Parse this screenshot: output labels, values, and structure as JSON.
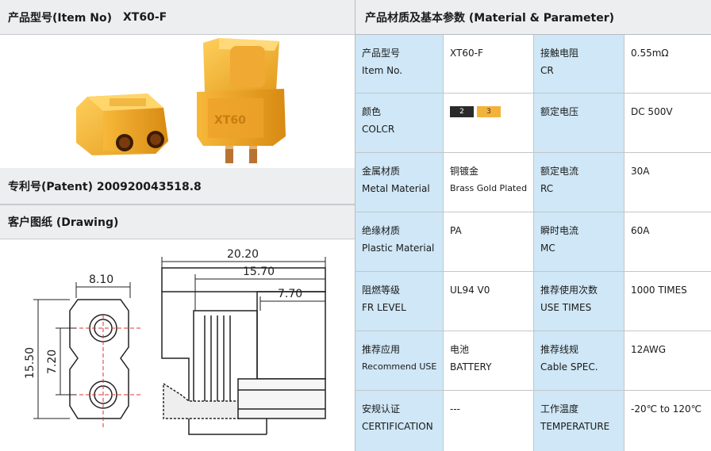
{
  "left": {
    "item_no_label": "产品型号(Item No)",
    "item_no_value": "XT60-F",
    "patent": "专利号(Patent) 200920043518.8",
    "drawing": "客户图纸 (Drawing)"
  },
  "dimensions": {
    "width_front": "8.10",
    "height_front": "15.50",
    "pitch": "7.20",
    "length_total": "20.20",
    "length_mid": "15.70",
    "length_short": "7.70"
  },
  "params": {
    "title": "产品材质及基本参数 (Material & Parameter)",
    "rows": [
      {
        "k1_cn": "产品型号",
        "k1_en": "Item No.",
        "v1": "XT60-F",
        "v1_en": "",
        "k2_cn": "接触电阻",
        "k2_en": "CR",
        "v2": "0.55mΩ"
      },
      {
        "k1_cn": "颜色",
        "k1_en": "COLCR",
        "v1": "",
        "v1_en": "",
        "k2_cn": "额定电压",
        "k2_en": "",
        "v2": "DC 500V"
      },
      {
        "k1_cn": "金属材质",
        "k1_en": "Metal Material",
        "v1": "铜镀金",
        "v1_en": "Brass Gold Plated",
        "k2_cn": "额定电流",
        "k2_en": "RC",
        "v2": "30A"
      },
      {
        "k1_cn": "绝缘材质",
        "k1_en": "Plastic Material",
        "v1": "PA",
        "v1_en": "",
        "k2_cn": "瞬时电流",
        "k2_en": "MC",
        "v2": "60A"
      },
      {
        "k1_cn": "阻燃等级",
        "k1_en": "FR LEVEL",
        "v1": "UL94 V0",
        "v1_en": "",
        "k2_cn": "推荐使用次数",
        "k2_en": "USE TIMES",
        "v2": "1000 TIMES"
      },
      {
        "k1_cn": "推荐应用",
        "k1_en": "Recommend USE",
        "v1": "电池",
        "v1_en": "BATTERY",
        "k2_cn": "推荐线规",
        "k2_en": "Cable SPEC.",
        "v2": "12AWG"
      },
      {
        "k1_cn": "安规认证",
        "k1_en": "CERTIFICATION",
        "v1": "---",
        "v1_en": "",
        "k2_cn": "工作温度",
        "k2_en": "TEMPERATURE",
        "v2": "-20℃ to 120℃"
      }
    ],
    "swatches": [
      {
        "label": "2",
        "color": "#2a2a2a"
      },
      {
        "label": "3",
        "color": "#f3b23a"
      }
    ]
  }
}
